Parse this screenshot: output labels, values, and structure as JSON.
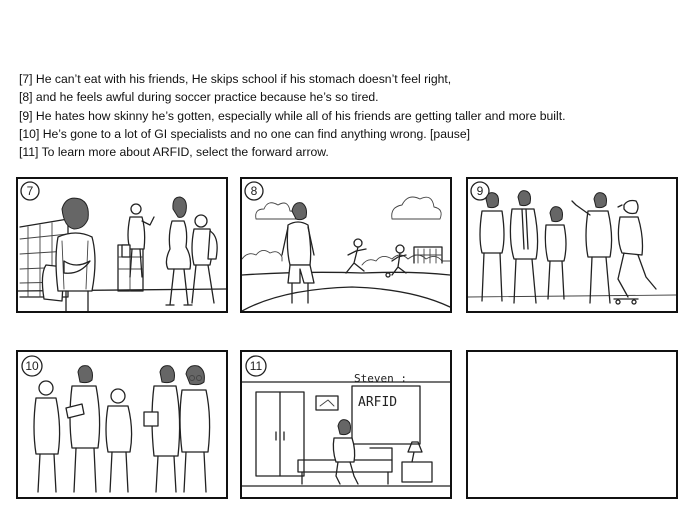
{
  "script_lines": [
    "[7] He can’t eat with his friends, He skips school if his stomach doesn’t feel right,",
    "[8] and he feels awful during soccer practice because he’s so tired.",
    "[9] He hates how skinny he’s gotten, especially while all of his friends are getting taller and more built.",
    "[10] He’s gone to a lot of GI specialists and no one can find anything wrong. [pause]",
    "[11] To learn more about ARFID, select the forward arrow."
  ],
  "panels": {
    "p7": {
      "number": "7"
    },
    "p8": {
      "number": "8"
    },
    "p9": {
      "number": "9"
    },
    "p10": {
      "number": "10"
    },
    "p11": {
      "number": "11",
      "board_name": "Steven :",
      "board_word": "ARFID"
    }
  }
}
